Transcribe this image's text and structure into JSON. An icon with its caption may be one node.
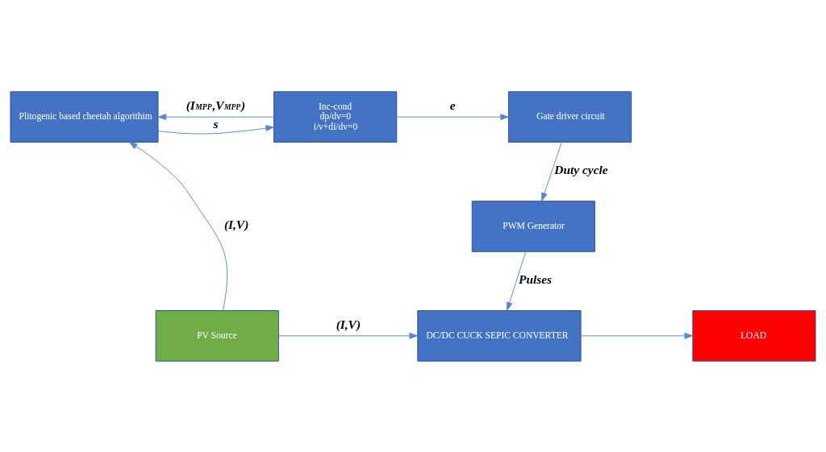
{
  "diagram": {
    "nodes": [
      {
        "text": [
          "Plitogenic based cheetah algorithim"
        ]
      },
      {
        "text": [
          "Inc-cond",
          "dp/dv=0",
          "i/v+di/dv=0"
        ]
      },
      {
        "text": [
          "Gate driver circuit"
        ]
      },
      {
        "text": [
          "PWM Generator"
        ]
      },
      {
        "text": [
          "PV Source"
        ]
      },
      {
        "text": [
          "DC/DC CUCK SEPIC CONVERTER"
        ]
      },
      {
        "text": [
          "LOAD"
        ]
      }
    ],
    "edges": [
      {
        "from": 0,
        "to": 1,
        "arrow": "to",
        "label": "s"
      },
      {
        "from": 1,
        "to": 2,
        "arrow": "to",
        "label": "e"
      },
      {
        "from": 1,
        "to": 0,
        "arrow": "to",
        "label": "(I$_{MPP}$,V$_{MPP}$)"
      },
      {
        "from": 2,
        "to": 3,
        "arrow": "to",
        "label": "Duty cycle"
      },
      {
        "from": 3,
        "to": 5,
        "arrow": "to",
        "label": "Pulses"
      },
      {
        "from": 4,
        "to": 0,
        "arrow": "to",
        "label": "(I,V)"
      },
      {
        "from": 4,
        "to": 5,
        "arrow": "to",
        "label": "(I,V)"
      },
      {
        "from": 5,
        "to": 6,
        "arrow": "to"
      }
    ]
  }
}
